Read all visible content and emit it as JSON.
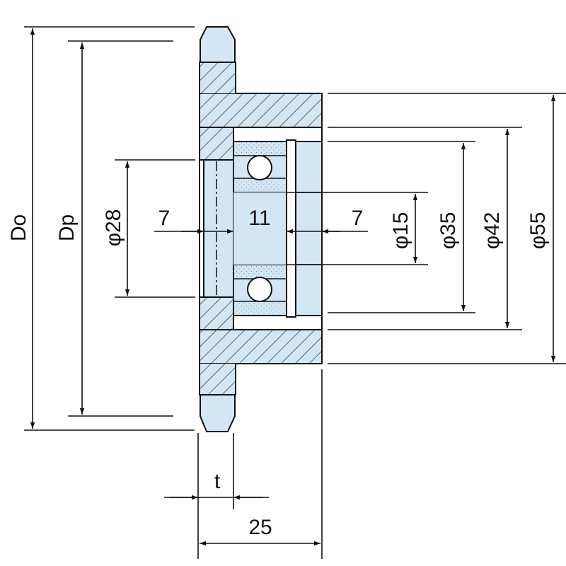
{
  "labels": {
    "outer_diameter": "Do",
    "pitch_diameter": "Dp",
    "recess_diameter": "φ28",
    "left_width": "7",
    "bearing_width": "11",
    "right_width": "7",
    "bore_diameter": "φ15",
    "bearing_seat_diameter": "φ35",
    "bearing_od_diameter": "φ42",
    "hub_diameter": "φ55",
    "tooth_thickness": "t",
    "overall_width": "25"
  },
  "colors": {
    "part_fill": "#d3e6f3",
    "line": "#111111",
    "ball_fill": "#ffffff",
    "background": "#ffffff"
  }
}
